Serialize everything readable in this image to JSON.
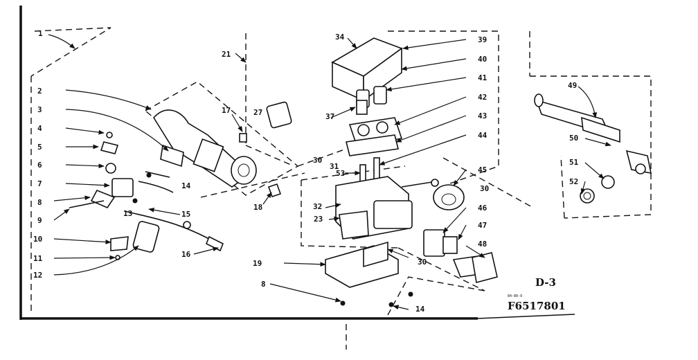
{
  "figure": {
    "section_code": "D-3",
    "drawing_number": "F6517801",
    "small_mark": "84-80-9"
  },
  "callouts": [
    "1",
    "2",
    "3",
    "4",
    "5",
    "6",
    "7",
    "8",
    "9",
    "10",
    "11",
    "12",
    "13",
    "13",
    "14",
    "14",
    "15",
    "16",
    "17",
    "18",
    "19",
    "21",
    "23",
    "27",
    "30",
    "30",
    "30",
    "30",
    "31",
    "32",
    "34",
    "37",
    "39",
    "40",
    "41",
    "42",
    "43",
    "44",
    "45",
    "46",
    "47",
    "48",
    "49",
    "50",
    "51",
    "52",
    "53",
    "8",
    "14"
  ],
  "icons": {
    "arrowheads": "arrow-icon",
    "exploded_view": "exploded-view-icon"
  }
}
